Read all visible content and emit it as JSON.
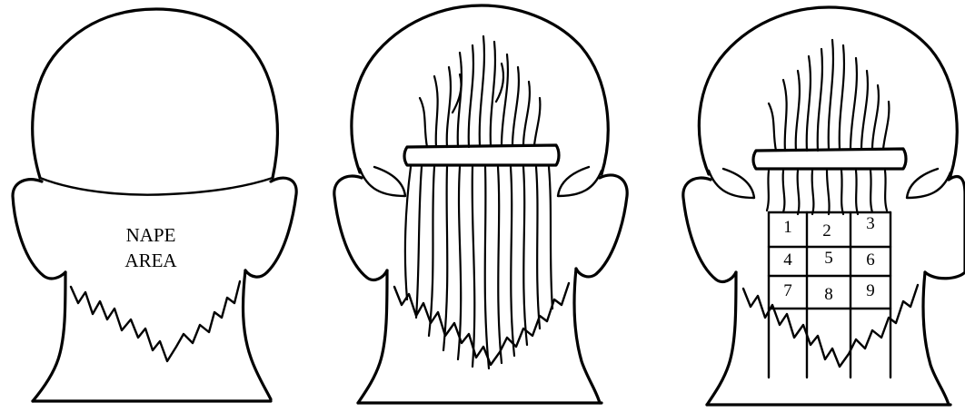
{
  "figure_1": {
    "label_line_1": "NAPE",
    "label_line_2": "AREA"
  },
  "figure_3": {
    "section_numbers": [
      "1",
      "2",
      "3",
      "4",
      "5",
      "6",
      "7",
      "8",
      "9"
    ]
  },
  "colors": {
    "line": "#000000",
    "background": "#ffffff"
  }
}
